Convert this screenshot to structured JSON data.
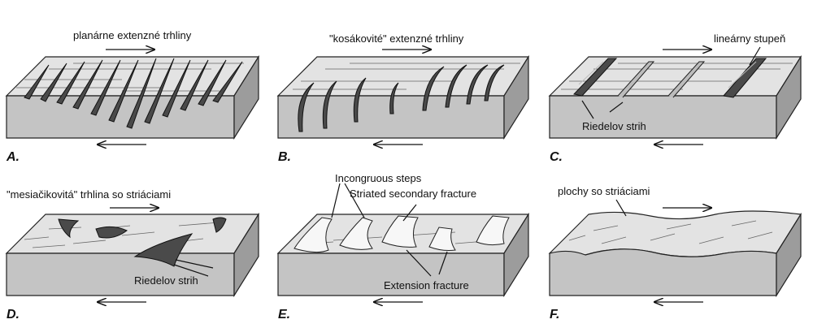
{
  "panels": {
    "A": {
      "letter": "A.",
      "label": "planárne extenzné trhliny"
    },
    "B": {
      "letter": "B.",
      "label": "\"kosákovité\" extenzné trhliny"
    },
    "C": {
      "letter": "C.",
      "label_top": "lineárny stupeň",
      "label_bottom": "Riedelov strih"
    },
    "D": {
      "letter": "D.",
      "label_top": "\"mesiačikovitá\" trhlina so striáciami",
      "label_bottom": "Riedelov strih"
    },
    "E": {
      "letter": "E.",
      "label_1": "Incongruous steps",
      "label_2": "Striated secondary fracture",
      "label_3": "Extension fracture"
    },
    "F": {
      "letter": "F.",
      "label": "plochy so striáciami"
    }
  }
}
